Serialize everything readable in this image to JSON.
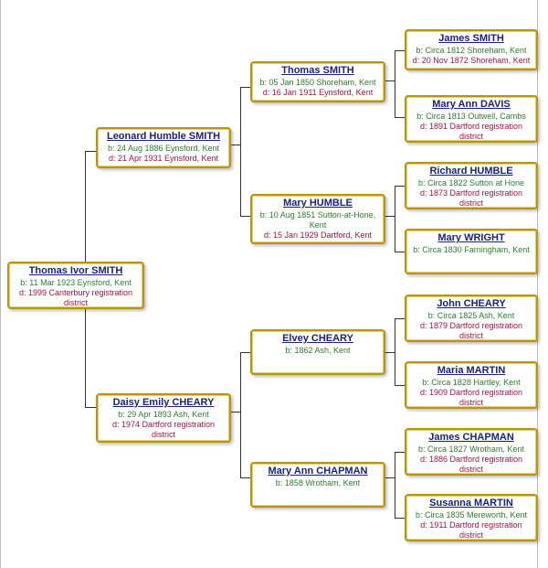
{
  "people": [
    {
      "id": "thomas-ivor-smith",
      "name": "Thomas Ivor SMITH",
      "birth": "b: 11 Mar 1923 Eynsford, Kent",
      "death": "d: 1999 Canterbury registration district"
    },
    {
      "id": "leonard-humble-smith",
      "name": "Leonard Humble SMITH",
      "birth": "b: 24 Aug 1886 Eynsford, Kent",
      "death": "d: 21 Apr 1931 Eynsford, Kent"
    },
    {
      "id": "daisy-emily-cheary",
      "name": "Daisy Emily CHEARY",
      "birth": "b: 29 Apr 1893 Ash, Kent",
      "death": "d: 1974 Dartford registration district"
    },
    {
      "id": "thomas-smith",
      "name": "Thomas SMITH",
      "birth": "b: 05 Jan 1850 Shoreham, Kent",
      "death": "d: 16 Jan 1911 Eynsford, Kent"
    },
    {
      "id": "mary-humble",
      "name": "Mary HUMBLE",
      "birth": "b: 10 Aug 1851 Sutton-at-Hone, Kent",
      "death": "d: 15 Jan 1929 Dartford, Kent"
    },
    {
      "id": "elvey-cheary",
      "name": "Elvey CHEARY",
      "birth": "b: 1862 Ash, Kent",
      "death": ""
    },
    {
      "id": "mary-ann-chapman",
      "name": "Mary Ann CHAPMAN",
      "birth": "b: 1858 Wrotham, Kent",
      "death": ""
    },
    {
      "id": "james-smith",
      "name": "James SMITH",
      "birth": "b: Circa 1812 Shoreham, Kent",
      "death": "d: 20 Nov 1872 Shoreham, Kent"
    },
    {
      "id": "mary-ann-davis",
      "name": "Mary Ann DAVIS",
      "birth": "b: Circa 1813 Outwell, Cambs",
      "death": "d: 1891 Dartford registration district"
    },
    {
      "id": "richard-humble",
      "name": "Richard HUMBLE",
      "birth": "b: Circa 1822 Sutton at Hone",
      "death": "d: 1873 Dartford registration district"
    },
    {
      "id": "mary-wright",
      "name": "Mary WRIGHT",
      "birth": "b: Circa 1830 Farningham, Kent",
      "death": ""
    },
    {
      "id": "john-cheary",
      "name": "John CHEARY",
      "birth": "b: Circa 1825 Ash, Kent",
      "death": "d: 1879 Dartford registration district"
    },
    {
      "id": "maria-martin",
      "name": "Maria MARTIN",
      "birth": "b: Circa 1828 Hartley, Kent",
      "death": "d: 1909 Dartford registration district"
    },
    {
      "id": "james-chapman",
      "name": "James CHAPMAN",
      "birth": "b: Circa 1827 Wrotham, Kent",
      "death": "d: 1886 Dartford registration district"
    },
    {
      "id": "susanna-martin",
      "name": "Susanna MARTIN",
      "birth": "b: Circa 1835 Mereworth, Kent",
      "death": "d: 1911 Dartford registration district"
    }
  ],
  "relations": [
    {
      "child": "thomas-ivor-smith",
      "father": "leonard-humble-smith",
      "mother": "daisy-emily-cheary"
    },
    {
      "child": "leonard-humble-smith",
      "father": "thomas-smith",
      "mother": "mary-humble"
    },
    {
      "child": "daisy-emily-cheary",
      "father": "elvey-cheary",
      "mother": "mary-ann-chapman"
    },
    {
      "child": "thomas-smith",
      "father": "james-smith",
      "mother": "mary-ann-davis"
    },
    {
      "child": "mary-humble",
      "father": "richard-humble",
      "mother": "mary-wright"
    },
    {
      "child": "elvey-cheary",
      "father": "john-cheary",
      "mother": "maria-martin"
    },
    {
      "child": "mary-ann-chapman",
      "father": "james-chapman",
      "mother": "susanna-martin"
    }
  ],
  "colors": {
    "name": "#1a237e",
    "birth": "#2e7d32",
    "death": "#a31545",
    "border": "#b8960c",
    "line": "#333333"
  }
}
